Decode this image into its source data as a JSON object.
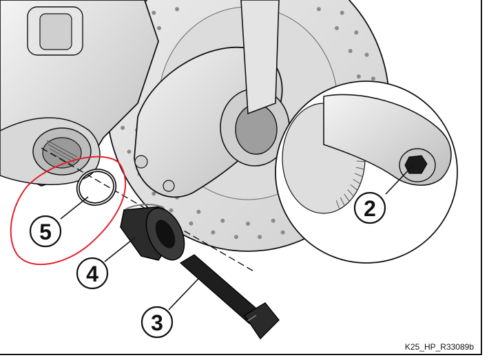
{
  "callouts": [
    {
      "id": "2",
      "label": "2"
    },
    {
      "id": "3",
      "label": "3"
    },
    {
      "id": "4",
      "label": "4"
    },
    {
      "id": "5",
      "label": "5"
    }
  ],
  "caption": "K25_HP_R33089b",
  "colors": {
    "line": "#111111",
    "metal_light": "#e6e6e6",
    "metal_mid": "#cfcfcf",
    "metal_dark": "#8d8d8d",
    "tool_dark": "#1b1b1b",
    "highlight": "#e0202a"
  }
}
